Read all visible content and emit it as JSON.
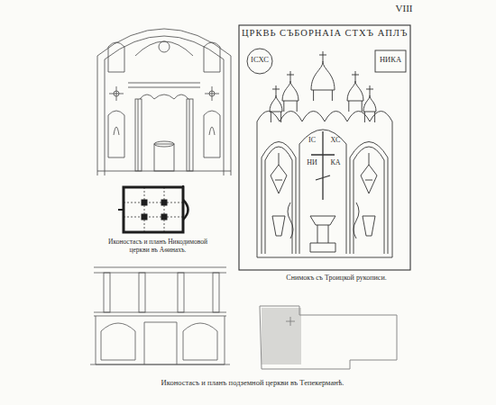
{
  "diagram": {
    "labels": [
      "VIII",
      "Иконостасъ и планъ Никодимовой церкви въ Аѳинахъ.",
      "ЦРКВЬ СЪБОРНАІА СТХЪ АПЛЪ",
      "ІСХС",
      "НИКА",
      "ІС",
      "ХС",
      "НИ",
      "КА",
      "Снимокъ съ Троицкой рукописи.",
      "Иконостасъ и планъ подземной церкви въ Тепекерманѣ."
    ]
  }
}
